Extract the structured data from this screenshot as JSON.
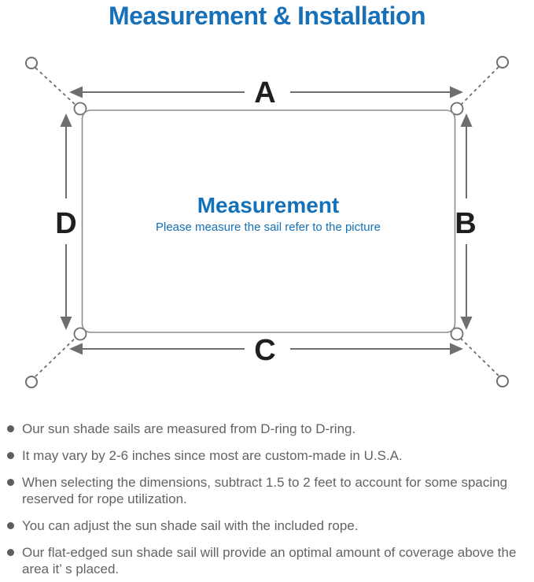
{
  "title": "Measurement & Installation",
  "diagram": {
    "labels": {
      "top": "A",
      "right": "B",
      "bottom": "C",
      "left": "D"
    },
    "center_heading": "Measurement",
    "center_subtitle": "Please measure the sail refer to the picture",
    "icons": {
      "anchor_points": "anchor-point-circle",
      "corner_rings": "d-ring",
      "dimension_arrows": "double-headed-arrow"
    },
    "colors": {
      "title_blue": "#1770b8",
      "center_text_blue": "#1371b9",
      "line_gray": "#6e6e6e",
      "label_black": "#1f1f1f",
      "note_text_gray": "#636363"
    }
  },
  "notes": {
    "items": [
      {
        "text": "Our sun shade sails are measured from D-ring to D-ring."
      },
      {
        "text": "It may vary by 2-6 inches since most are custom-made in U.S.A."
      },
      {
        "text": "When selecting the dimensions, subtract 1.5 to 2 feet to account for some spacing reserved for rope utilization."
      },
      {
        "text": "You can adjust the sun shade sail with the included rope."
      },
      {
        "text": "Our flat-edged sun shade sail will provide an optimal amount of coverage above the area it’ s placed."
      }
    ]
  }
}
